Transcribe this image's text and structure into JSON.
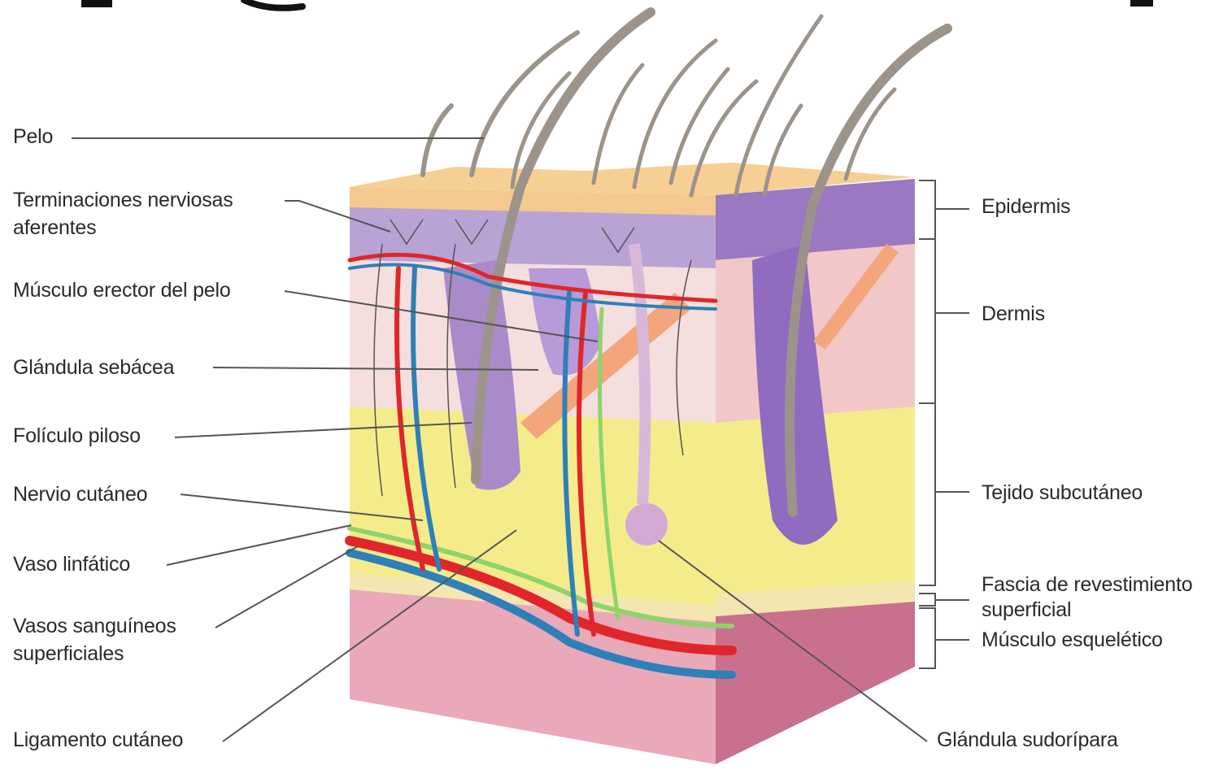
{
  "labels_left": {
    "pelo": "Pelo",
    "terminaciones_1": "Terminaciones nerviosas",
    "terminaciones_2": "aferentes",
    "musculo_erector": "Músculo erector del pelo",
    "glandula_sebacea": "Glándula sebácea",
    "foliculo_piloso": "Folículo piloso",
    "nervio_cutaneo": "Nervio cutáneo",
    "vaso_linfatico": "Vaso linfático",
    "vasos_1": "Vasos sanguíneos",
    "vasos_2": "superficiales",
    "ligamento_cutaneo": "Ligamento cutáneo"
  },
  "labels_right": {
    "epidermis": "Epidermis",
    "dermis": "Dermis",
    "tejido_subcutaneo": "Tejido subcutáneo",
    "fascia_1": "Fascia de revestimiento",
    "fascia_2": "superficial",
    "musculo_esqueletico": "Músculo esquelético",
    "glandula_sudoripara": "Glándula sudorípara"
  },
  "colors": {
    "epidermis": "#f3c98f",
    "papillary_dermis": "#b9a3d4",
    "reticular_dermis": "#f4dede",
    "subcutaneous_fat": "#f4ec8a",
    "muscle": "#e9a9b8",
    "hair": "#9c938a",
    "follicle": "#a98bc9",
    "artery": "#e0262a",
    "vein": "#2f7fb8",
    "lymph": "#8fd36b",
    "erector_muscle": "#f3a57c",
    "sweat_gland": "#d8b8d8"
  }
}
